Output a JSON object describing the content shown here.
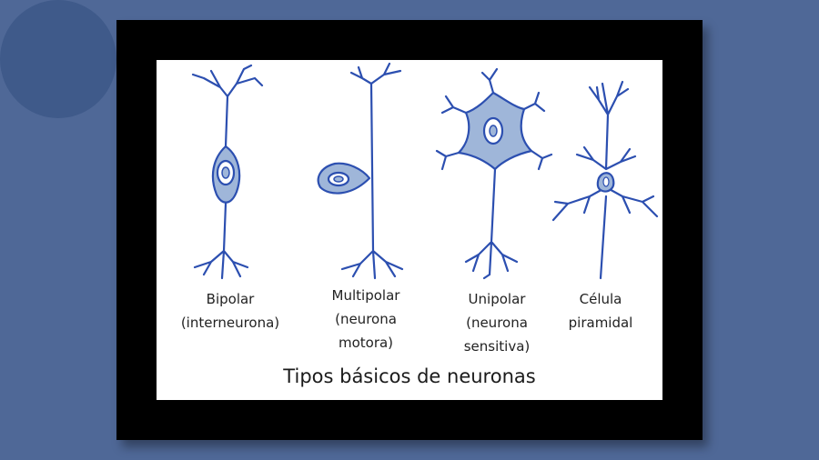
{
  "diagram": {
    "title": "Tipos básicos de neuronas",
    "neurons": [
      {
        "label": "Bipolar\n(interneurona)"
      },
      {
        "label": "Multipolar\n(neurona\nmotora)"
      },
      {
        "label": "Unipolar\n(neurona\nsensitiva)"
      },
      {
        "label": "Célula\npiramidal"
      }
    ]
  },
  "colors": {
    "background": "#4f6897",
    "frame": "#000000",
    "neuron_stroke": "#2c4fb0",
    "soma_fill": "#9fb6d9"
  }
}
